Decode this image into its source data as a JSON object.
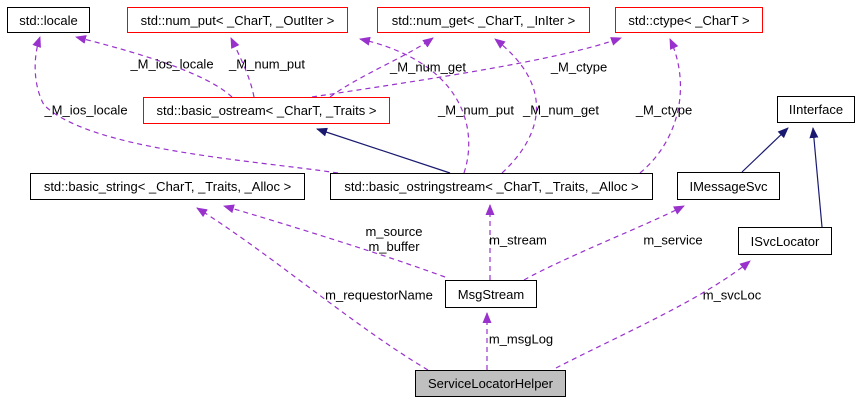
{
  "diagram": {
    "kind": "collaboration-graph",
    "focus_node": "ServiceLocatorHelper",
    "colors": {
      "member_edge": "#9932cc",
      "inheritance_edge": "#191970",
      "external_node_border": "#ff0000",
      "node_border": "#000000",
      "focus_node_fill": "#bfbfbf",
      "node_fill": "#ffffff",
      "background": "#ffffff"
    },
    "nodes": [
      {
        "id": "std-locale",
        "label": "std::locale",
        "border": "black"
      },
      {
        "id": "std-num-put",
        "label": "std::num_put< _CharT, _OutIter >",
        "border": "red"
      },
      {
        "id": "std-num-get",
        "label": "std::num_get< _CharT, _InIter >",
        "border": "red"
      },
      {
        "id": "std-ctype",
        "label": "std::ctype< _CharT >",
        "border": "red"
      },
      {
        "id": "std-basic-ostream",
        "label": "std::basic_ostream< _CharT, _Traits >",
        "border": "red"
      },
      {
        "id": "iinterface",
        "label": "IInterface",
        "border": "black"
      },
      {
        "id": "std-basic-string",
        "label": "std::basic_string< _CharT, _Traits, _Alloc >",
        "border": "black"
      },
      {
        "id": "std-basic-ostringstream",
        "label": "std::basic_ostringstream< _CharT, _Traits, _Alloc >",
        "border": "black"
      },
      {
        "id": "imessagesvc",
        "label": "IMessageSvc",
        "border": "black"
      },
      {
        "id": "isvclocator",
        "label": "ISvcLocator",
        "border": "black"
      },
      {
        "id": "msgstream",
        "label": "MsgStream",
        "border": "black"
      },
      {
        "id": "servicelocatorhelper",
        "label": "ServiceLocatorHelper",
        "border": "black",
        "focus": true
      }
    ],
    "edges": [
      {
        "from": "std-basic-ostringstream",
        "to": "std-basic-ostream",
        "kind": "inheritance",
        "label": ""
      },
      {
        "from": "imessagesvc",
        "to": "iinterface",
        "kind": "inheritance",
        "label": ""
      },
      {
        "from": "isvclocator",
        "to": "iinterface",
        "kind": "inheritance",
        "label": ""
      },
      {
        "from": "std-basic-ostream",
        "to": "std-locale",
        "kind": "member",
        "label": "_M_ios_locale"
      },
      {
        "from": "std-basic-ostringstream",
        "to": "std-locale",
        "kind": "member",
        "label": "_M_ios_locale"
      },
      {
        "from": "std-basic-ostream",
        "to": "std-num-put",
        "kind": "member",
        "label": "_M_num_put"
      },
      {
        "from": "std-basic-ostringstream",
        "to": "std-num-put",
        "kind": "member",
        "label": "_M_num_put"
      },
      {
        "from": "std-basic-ostream",
        "to": "std-num-get",
        "kind": "member",
        "label": "_M_num_get"
      },
      {
        "from": "std-basic-ostringstream",
        "to": "std-num-get",
        "kind": "member",
        "label": "_M_num_get"
      },
      {
        "from": "std-basic-ostream",
        "to": "std-ctype",
        "kind": "member",
        "label": "_M_ctype"
      },
      {
        "from": "std-basic-ostringstream",
        "to": "std-ctype",
        "kind": "member",
        "label": "_M_ctype"
      },
      {
        "from": "msgstream",
        "to": "std-basic-string",
        "kind": "member",
        "label": "m_source\nm_buffer"
      },
      {
        "from": "msgstream",
        "to": "std-basic-ostringstream",
        "kind": "member",
        "label": "m_stream"
      },
      {
        "from": "msgstream",
        "to": "imessagesvc",
        "kind": "member",
        "label": "m_service"
      },
      {
        "from": "servicelocatorhelper",
        "to": "std-basic-string",
        "kind": "member",
        "label": "m_requestorName"
      },
      {
        "from": "servicelocatorhelper",
        "to": "msgstream",
        "kind": "member",
        "label": "m_msgLog"
      },
      {
        "from": "servicelocatorhelper",
        "to": "isvclocator",
        "kind": "member",
        "label": "m_svcLoc"
      }
    ]
  }
}
